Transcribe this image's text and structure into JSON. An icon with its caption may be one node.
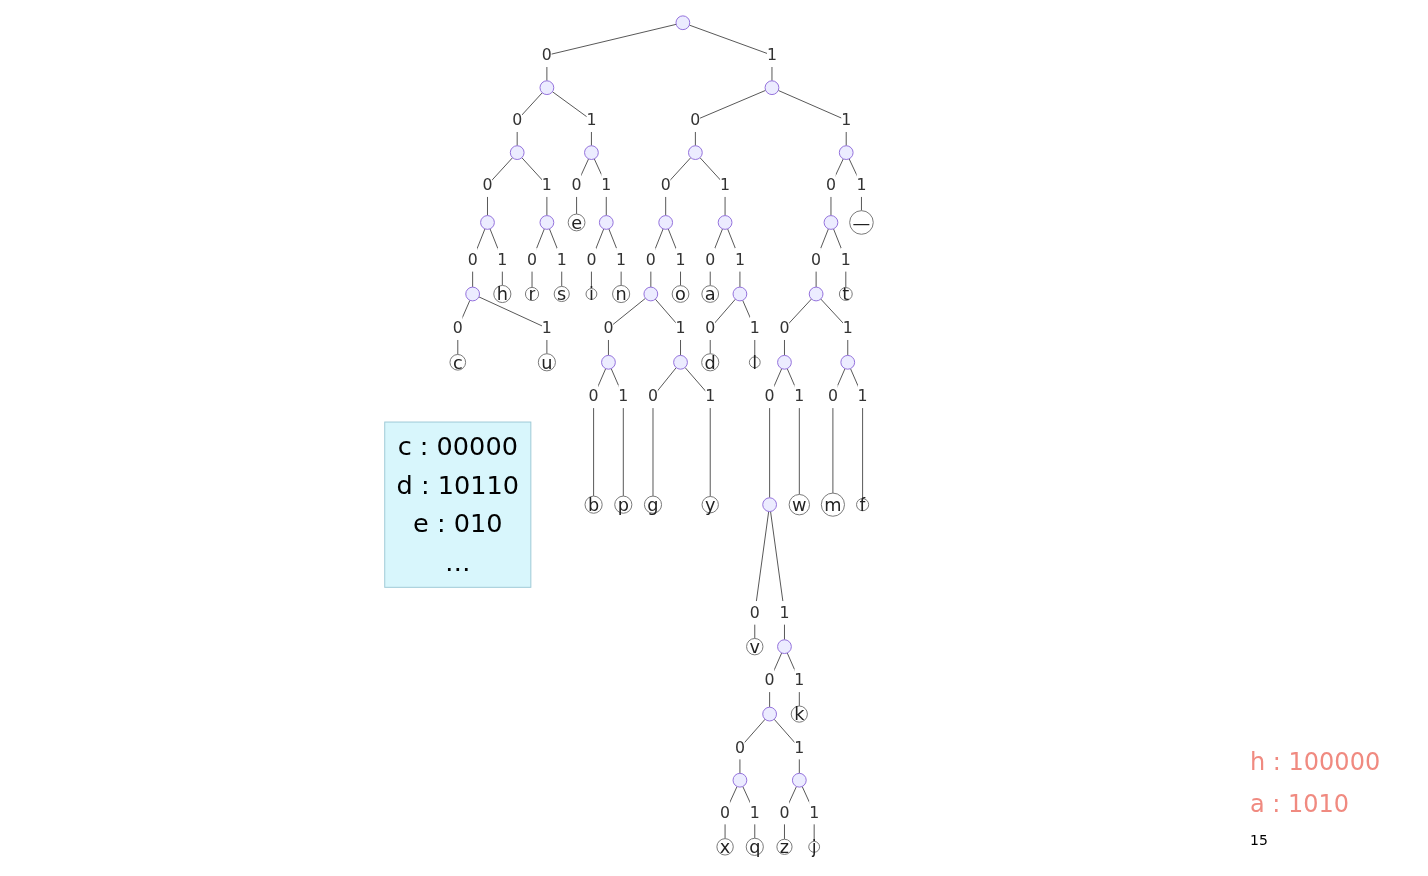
{
  "diagram": {
    "nodes": [
      {
        "text": [],
        "shape": "point"
      },
      {
        "text": [],
        "shape": "point"
      },
      {
        "text": [],
        "shape": "point"
      },
      {
        "text": [],
        "shape": "point"
      },
      {
        "text": [],
        "shape": "point"
      },
      {
        "text": [],
        "shape": "point"
      },
      {
        "text": [],
        "shape": "point"
      },
      {
        "text": [],
        "shape": "point"
      },
      {
        "text": [],
        "shape": "point"
      },
      {
        "text": [
          "e"
        ]
      },
      {
        "text": [],
        "shape": "point"
      },
      {
        "text": [],
        "shape": "point"
      },
      {
        "text": [],
        "shape": "point"
      },
      {
        "text": [],
        "shape": "point"
      },
      {
        "text": [
          "—"
        ]
      },
      {
        "text": [],
        "shape": "point"
      },
      {
        "text": [
          "h"
        ]
      },
      {
        "text": [
          "r"
        ]
      },
      {
        "text": [
          "s"
        ]
      },
      {
        "text": [
          "i"
        ]
      },
      {
        "text": [
          "n"
        ]
      },
      {
        "text": [],
        "shape": "point"
      },
      {
        "text": [
          "o"
        ]
      },
      {
        "text": [
          "a"
        ]
      },
      {
        "text": [],
        "shape": "point"
      },
      {
        "text": [],
        "shape": "point"
      },
      {
        "text": [
          "t"
        ]
      },
      {
        "text": [
          "c"
        ]
      },
      {
        "text": [
          "u"
        ]
      },
      {
        "text": [],
        "shape": "point"
      },
      {
        "text": [],
        "shape": "point"
      },
      {
        "text": [
          "d"
        ]
      },
      {
        "text": [
          "l"
        ]
      },
      {
        "text": [],
        "shape": "point"
      },
      {
        "text": [],
        "shape": "point"
      },
      {
        "text": [
          "b"
        ]
      },
      {
        "text": [
          "p"
        ]
      },
      {
        "text": [
          "g"
        ]
      },
      {
        "text": [
          "y"
        ]
      },
      {
        "text": [],
        "shape": "point"
      },
      {
        "text": [
          "w"
        ]
      },
      {
        "text": [
          "m"
        ]
      },
      {
        "text": [
          "f"
        ]
      },
      {
        "text": [
          "v"
        ]
      },
      {
        "text": [],
        "shape": "point"
      },
      {
        "text": [],
        "shape": "point"
      },
      {
        "text": [
          "k"
        ]
      },
      {
        "text": [],
        "shape": "point"
      },
      {
        "text": [],
        "shape": "point"
      },
      {
        "text": [
          "x"
        ]
      },
      {
        "text": [
          "q"
        ]
      },
      {
        "text": [
          "z"
        ]
      },
      {
        "text": [
          "j"
        ]
      },
      {
        "text": [
          "c : 00000",
          "d : 10110",
          "e : 010",
          "…"
        ]
      }
    ],
    "edges": [
      {
        "from": 0,
        "to": 1,
        "arrow": "none",
        "label": "0"
      },
      {
        "from": 0,
        "to": 2,
        "arrow": "none",
        "label": "1"
      },
      {
        "from": 1,
        "to": 3,
        "arrow": "none",
        "label": "0"
      },
      {
        "from": 1,
        "to": 4,
        "arrow": "none",
        "label": "1"
      },
      {
        "from": 2,
        "to": 5,
        "arrow": "none",
        "label": "0"
      },
      {
        "from": 2,
        "to": 6,
        "arrow": "none",
        "label": "1"
      },
      {
        "from": 3,
        "to": 7,
        "arrow": "none",
        "label": "0"
      },
      {
        "from": 3,
        "to": 8,
        "arrow": "none",
        "label": "1"
      },
      {
        "from": 4,
        "to": 9,
        "arrow": "none",
        "label": "0"
      },
      {
        "from": 4,
        "to": 10,
        "arrow": "none",
        "label": "1"
      },
      {
        "from": 5,
        "to": 11,
        "arrow": "none",
        "label": "0"
      },
      {
        "from": 5,
        "to": 12,
        "arrow": "none",
        "label": "1"
      },
      {
        "from": 6,
        "to": 13,
        "arrow": "none",
        "label": "0"
      },
      {
        "from": 6,
        "to": 14,
        "arrow": "none",
        "label": "1"
      },
      {
        "from": 7,
        "to": 15,
        "arrow": "none",
        "label": "0"
      },
      {
        "from": 7,
        "to": 16,
        "arrow": "none",
        "label": "1"
      },
      {
        "from": 8,
        "to": 17,
        "arrow": "none",
        "label": "0"
      },
      {
        "from": 8,
        "to": 18,
        "arrow": "none",
        "label": "1"
      },
      {
        "from": 10,
        "to": 19,
        "arrow": "none",
        "label": "0"
      },
      {
        "from": 10,
        "to": 20,
        "arrow": "none",
        "label": "1"
      },
      {
        "from": 11,
        "to": 21,
        "arrow": "none",
        "label": "0"
      },
      {
        "from": 11,
        "to": 22,
        "arrow": "none",
        "label": "1"
      },
      {
        "from": 12,
        "to": 23,
        "arrow": "none",
        "label": "0"
      },
      {
        "from": 12,
        "to": 24,
        "arrow": "none",
        "label": "1"
      },
      {
        "from": 13,
        "to": 25,
        "arrow": "none",
        "label": "0"
      },
      {
        "from": 13,
        "to": 26,
        "arrow": "none",
        "label": "1"
      },
      {
        "from": 15,
        "to": 27,
        "arrow": "none",
        "label": "0"
      },
      {
        "from": 15,
        "to": 28,
        "arrow": "none",
        "label": "1"
      },
      {
        "from": 21,
        "to": 29,
        "arrow": "none",
        "label": "0"
      },
      {
        "from": 21,
        "to": 30,
        "arrow": "none",
        "label": "1"
      },
      {
        "from": 24,
        "to": 31,
        "arrow": "none",
        "label": "0"
      },
      {
        "from": 24,
        "to": 32,
        "arrow": "none",
        "label": "1"
      },
      {
        "from": 25,
        "to": 33,
        "arrow": "none",
        "label": "0"
      },
      {
        "from": 25,
        "to": 34,
        "arrow": "none",
        "label": "1"
      },
      {
        "from": 29,
        "to": 35,
        "arrow": "none",
        "label": "0"
      },
      {
        "from": 29,
        "to": 36,
        "arrow": "none",
        "label": "1"
      },
      {
        "from": 30,
        "to": 37,
        "arrow": "none",
        "label": "0"
      },
      {
        "from": 30,
        "to": 38,
        "arrow": "none",
        "label": "1"
      },
      {
        "from": 33,
        "to": 39,
        "arrow": "none",
        "label": "0"
      },
      {
        "from": 33,
        "to": 40,
        "arrow": "none",
        "label": "1"
      },
      {
        "from": 34,
        "to": 41,
        "arrow": "none",
        "label": "0"
      },
      {
        "from": 34,
        "to": 42,
        "arrow": "none",
        "label": "1"
      },
      {
        "from": 39,
        "to": 43,
        "arrow": "none",
        "label": "0"
      },
      {
        "from": 39,
        "to": 44,
        "arrow": "none",
        "label": "1"
      },
      {
        "from": 44,
        "to": 45,
        "arrow": "none",
        "label": "0"
      },
      {
        "from": 44,
        "to": 46,
        "arrow": "none",
        "label": "1"
      },
      {
        "from": 45,
        "to": 47,
        "arrow": "none",
        "label": "0"
      },
      {
        "from": 45,
        "to": 48,
        "arrow": "none",
        "label": "1"
      },
      {
        "from": 47,
        "to": 49,
        "arrow": "none",
        "label": "0"
      },
      {
        "from": 47,
        "to": 50,
        "arrow": "none",
        "label": "1"
      },
      {
        "from": 48,
        "to": 51,
        "arrow": "none",
        "label": "0"
      },
      {
        "from": 48,
        "to": 52,
        "arrow": "none",
        "label": "1"
      }
    ],
    "labels": [
      "h : 100000",
      "a : 1010",
      "15"
    ]
  }
}
